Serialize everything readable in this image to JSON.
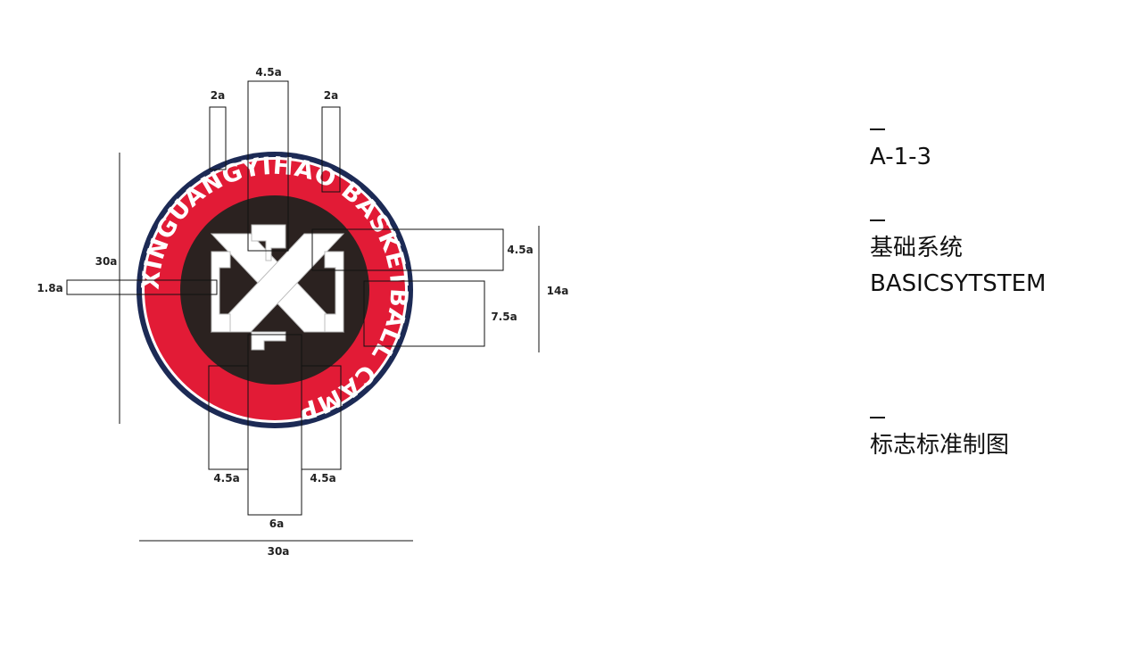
{
  "logo": {
    "ring_text": "XINGUANGYIHAO BASKETBALL CAMP",
    "colors": {
      "outer_ring": "#1c2a55",
      "red_band": "#e21b36",
      "center": "#2b2220",
      "emblem": "#ffffff"
    }
  },
  "dimensions": {
    "top_left_2a": "2a",
    "top_center_4_5a": "4.5a",
    "top_right_2a": "2a",
    "left_height_30a": "30a",
    "left_stub_1_8a": "1.8a",
    "right_upper_4_5a": "4.5a",
    "right_lower_7_5a": "7.5a",
    "right_height_14a": "14a",
    "bottom_left_4_5a": "4.5a",
    "bottom_right_4_5a": "4.5a",
    "bottom_center_6a": "6a",
    "bottom_width_30a": "30a"
  },
  "sidebar": {
    "code": "A-1-3",
    "section_cn": "基础系统",
    "section_en": "BASICSYTSTEM",
    "subtitle": "标志标准制图"
  }
}
